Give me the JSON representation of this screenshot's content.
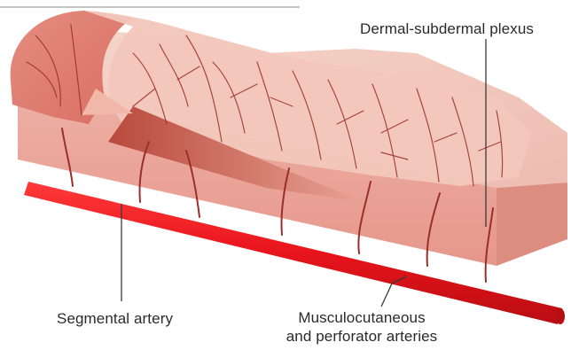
{
  "labels": {
    "dermal_plexus": "Dermal-subdermal plexus",
    "segmental_artery": "Segmental artery",
    "musculo_line1": "Musculocutaneous",
    "musculo_line2": "and perforator arteries"
  },
  "colors": {
    "artery": "#e8141b",
    "skin_top": "#f3c8bd",
    "skin_side": "#e99f93",
    "vessel": "#9a2f2a",
    "leader_line": "#3a3a3a",
    "text": "#2a2a2a"
  }
}
